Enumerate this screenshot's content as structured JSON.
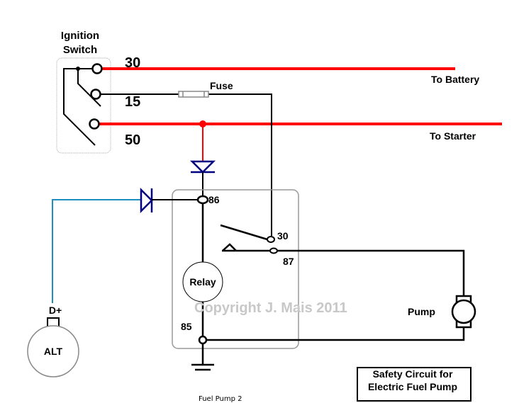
{
  "diagram": {
    "title_lines": [
      "Safety Circuit for",
      "Electric Fuel Pump"
    ],
    "caption": "Fuel Pump 2",
    "watermark": "Copyright J. Mais 2011",
    "colors": {
      "power_wire": "#ff0000",
      "signal_wire": "#1f8fc0",
      "diode": "#000080",
      "wire": "#000000",
      "outline": "#999999"
    },
    "ignition_switch": {
      "label_lines": [
        "Ignition",
        "Switch"
      ],
      "terminals": [
        "30",
        "15",
        "50"
      ]
    },
    "fuse_label": "Fuse",
    "destinations": {
      "battery": "To Battery",
      "starter": "To Starter"
    },
    "relay": {
      "label": "Relay",
      "pins": {
        "p86": "86",
        "p85": "85",
        "p30": "30",
        "p87": "87"
      }
    },
    "pump_label": "Pump",
    "alternator": {
      "label": "ALT",
      "terminal": "D+"
    }
  }
}
